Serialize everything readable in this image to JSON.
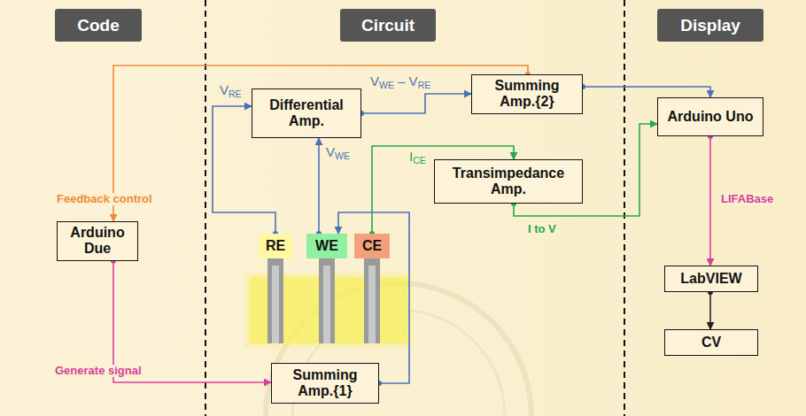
{
  "diagram": {
    "nodes": [
      {
        "text": [
          "Code"
        ]
      },
      {
        "text": [
          "Circuit"
        ]
      },
      {
        "text": [
          "Display"
        ]
      },
      {
        "text": [
          "Differential Amp."
        ]
      },
      {
        "text": [
          "Summing Amp.{2}"
        ]
      },
      {
        "text": [
          "Transimpedance Amp."
        ]
      },
      {
        "text": [
          "Arduino Uno"
        ]
      },
      {
        "text": [
          "LabVIEW"
        ]
      },
      {
        "text": [
          "CV"
        ]
      },
      {
        "text": [
          "Arduino Due"
        ]
      },
      {
        "text": [
          "RE"
        ]
      },
      {
        "text": [
          "WE"
        ]
      },
      {
        "text": [
          "CE"
        ]
      },
      {
        "text": [
          "Summing Amp.{1}"
        ]
      }
    ],
    "edges": [
      {
        "from": 9,
        "to": 13,
        "label": "Generate signal",
        "arrow": "to"
      },
      {
        "from": 13,
        "to": 11,
        "arrow": "to"
      },
      {
        "from": 10,
        "to": 3,
        "label": "VRE",
        "arrow": "to"
      },
      {
        "from": 11,
        "to": 3,
        "label": "VWE",
        "arrow": "to"
      },
      {
        "from": 3,
        "to": 4,
        "label": "VWE – VRE",
        "arrow": "to"
      },
      {
        "from": 12,
        "to": 5,
        "label": "ICE",
        "arrow": "to"
      },
      {
        "from": 5,
        "to": 6,
        "label": "I to V",
        "arrow": "to"
      },
      {
        "from": 4,
        "to": 6,
        "arrow": "to"
      },
      {
        "from": 4,
        "to": 9,
        "label": "Feedback control",
        "arrow": "to"
      },
      {
        "from": 6,
        "to": 7,
        "label": "LIFABase",
        "arrow": "to"
      },
      {
        "from": 7,
        "to": 8,
        "arrow": "to"
      }
    ]
  }
}
